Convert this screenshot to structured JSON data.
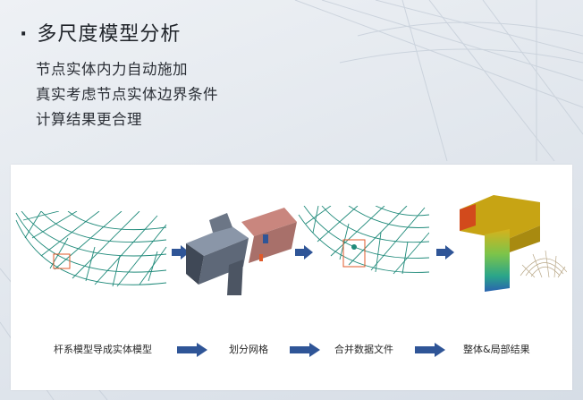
{
  "slide": {
    "title": "多尺度模型分析",
    "bullets": [
      "节点实体内力自动施加",
      "真实考虑节点实体边界条件",
      "计算结果更合理"
    ]
  },
  "flow": {
    "steps": [
      "杆系模型导成实体模型",
      "划分网格",
      "合并数据文件",
      "整体&局部结果"
    ]
  },
  "colors": {
    "arrow": "#2f5597",
    "mesh": "#1f8a7a",
    "highlight": "#e05a2a"
  }
}
